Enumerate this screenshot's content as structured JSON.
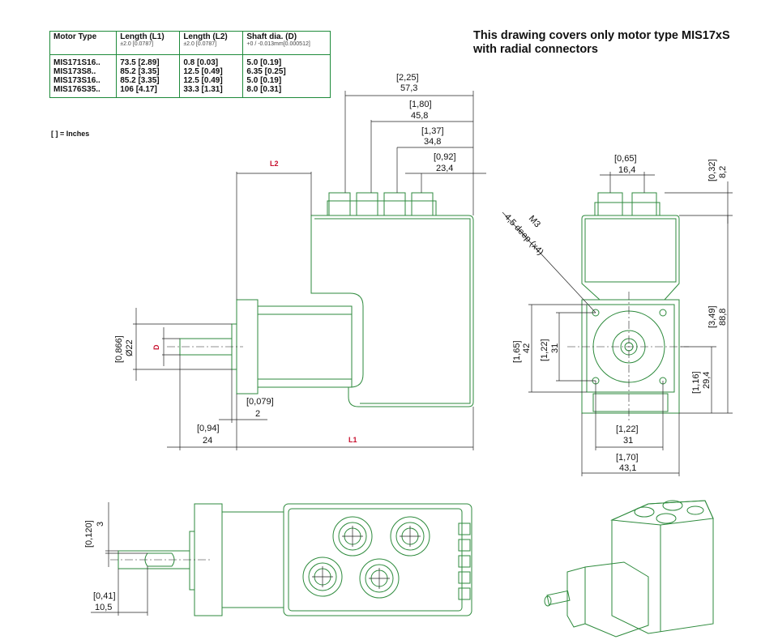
{
  "table": {
    "headers": [
      {
        "label": "Motor Type",
        "sub": ""
      },
      {
        "label": "Length (L1)",
        "sub": "±2.0 [0.0787]"
      },
      {
        "label": "Length (L2)",
        "sub": "±2.0 [0.0787]"
      },
      {
        "label": "Shaft dia. (D)",
        "sub": "+0 / -0.013mm[0.000512]"
      }
    ],
    "rows": [
      [
        "MIS171S16..",
        "73.5 [2.89]",
        "0.8   [0.03]",
        "5.0   [0.19]"
      ],
      [
        "MIS173S8..",
        "85.2 [3.35]",
        "12.5 [0.49]",
        "6.35 [0.25]"
      ],
      [
        "MIS173S16..",
        "85.2 [3.35]",
        "12.5 [0.49]",
        "5.0   [0.19]"
      ],
      [
        "MIS176S35..",
        "106  [4.17]",
        "33.3 [1.31]",
        "8.0   [0.31]"
      ]
    ]
  },
  "note": {
    "line1": "This drawing covers only motor type MIS17xS",
    "line2": "with radial connectors"
  },
  "inch_note": "[ ] = Inches",
  "side_view": {
    "d1_in": "[2,25]",
    "d1_mm": "57,3",
    "d2_in": "[1,80]",
    "d2_mm": "45,8",
    "d3_in": "[1,37]",
    "d3_mm": "34,8",
    "d4_in": "[0,92]",
    "d4_mm": "23,4",
    "l2": "L2",
    "l1": "L1",
    "d": "D",
    "flange_in": "[0,866]",
    "flange_mm": "Ø22",
    "pilot_in": "[0,079]",
    "pilot_mm": "2",
    "shaft_in": "[0,94]",
    "shaft_mm": "24"
  },
  "front_view": {
    "conn_in": "[0,65]",
    "conn_mm": "16,4",
    "conn_h_in": "[0,32]",
    "conn_h_mm": "8,2",
    "m3_line1": "M3",
    "m3_line2": "4,5 deep (x4)",
    "h_in": "[3,49]",
    "h_mm": "88,8",
    "fl_in": "[1,65]",
    "fl_mm": "42",
    "hole_in": "[1,22]",
    "hole_mm": "31",
    "half_in": "[1,16]",
    "half_mm": "29,4",
    "w1_in": "[1,22]",
    "w1_mm": "31",
    "w2_in": "[1,70]",
    "w2_mm": "43,1"
  },
  "top_view": {
    "t_in": "[0,120]",
    "t_mm": "3",
    "s_in": "[0,41]",
    "s_mm": "10,5"
  }
}
